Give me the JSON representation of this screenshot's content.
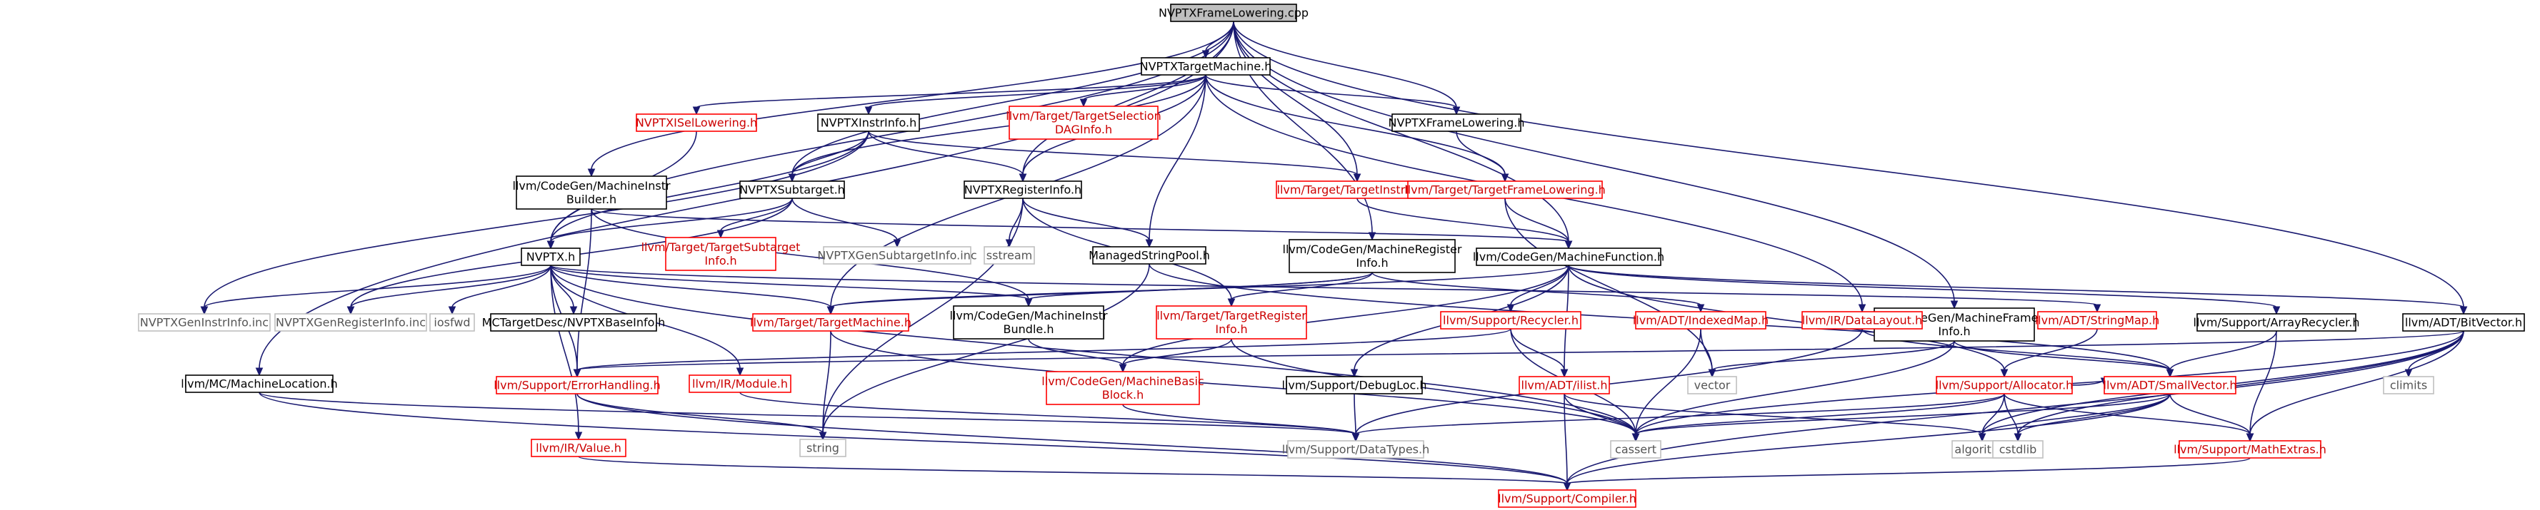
{
  "nodes": [
    {
      "id": "nvptxframeloweringcpp",
      "lines": [
        "NVPTXFrameLowering.cpp"
      ],
      "style": "root"
    },
    {
      "id": "nvptxtargetmachineh",
      "lines": [
        "NVPTXTargetMachine.h"
      ],
      "style": "black"
    },
    {
      "id": "nvptxisellowering",
      "lines": [
        "NVPTXISelLowering.h"
      ],
      "style": "red"
    },
    {
      "id": "nvptxinstrinfo",
      "lines": [
        "NVPTXInstrInfo.h"
      ],
      "style": "black"
    },
    {
      "id": "targetselectiondaginfo",
      "lines": [
        "llvm/Target/TargetSelection",
        "DAGInfo.h"
      ],
      "style": "red"
    },
    {
      "id": "nvptxframeloweringh",
      "lines": [
        "NVPTXFrameLowering.h"
      ],
      "style": "black"
    },
    {
      "id": "machineinstrbuilder",
      "lines": [
        "llvm/CodeGen/MachineInstr",
        "Builder.h"
      ],
      "style": "black"
    },
    {
      "id": "nvptxsubtarget",
      "lines": [
        "NVPTXSubtarget.h"
      ],
      "style": "black"
    },
    {
      "id": "nvptxregisterinfo",
      "lines": [
        "NVPTXRegisterInfo.h"
      ],
      "style": "black"
    },
    {
      "id": "targetinstrinfo",
      "lines": [
        "llvm/Target/TargetInstrInfo.h"
      ],
      "style": "red"
    },
    {
      "id": "targetframelowering",
      "lines": [
        "llvm/Target/TargetFrameLowering.h"
      ],
      "style": "red"
    },
    {
      "id": "nvptxh",
      "lines": [
        "NVPTX.h"
      ],
      "style": "black"
    },
    {
      "id": "targetsubtargetinfo",
      "lines": [
        "llvm/Target/TargetSubtarget",
        "Info.h"
      ],
      "style": "red"
    },
    {
      "id": "nvptxgensubtargetinfo",
      "lines": [
        "NVPTXGenSubtargetInfo.inc"
      ],
      "style": "grey"
    },
    {
      "id": "sstream",
      "lines": [
        "sstream"
      ],
      "style": "grey"
    },
    {
      "id": "managedstringpool",
      "lines": [
        "ManagedStringPool.h"
      ],
      "style": "black"
    },
    {
      "id": "machineregisterinfo",
      "lines": [
        "llvm/CodeGen/MachineRegister",
        "Info.h"
      ],
      "style": "black"
    },
    {
      "id": "machinefunction",
      "lines": [
        "llvm/CodeGen/MachineFunction.h"
      ],
      "style": "black"
    },
    {
      "id": "machineframeinfo",
      "lines": [
        "llvm/CodeGen/MachineFrame",
        "Info.h"
      ],
      "style": "black"
    },
    {
      "id": "bitvector",
      "lines": [
        "llvm/ADT/BitVector.h"
      ],
      "style": "black"
    },
    {
      "id": "nvptxgeninstrinfo",
      "lines": [
        "NVPTXGenInstrInfo.inc"
      ],
      "style": "grey"
    },
    {
      "id": "nvptxgenregisterinfo",
      "lines": [
        "NVPTXGenRegisterInfo.inc"
      ],
      "style": "grey"
    },
    {
      "id": "iosfwd",
      "lines": [
        "iosfwd"
      ],
      "style": "grey"
    },
    {
      "id": "mctargetdesc",
      "lines": [
        "MCTargetDesc/NVPTXBaseInfo.h"
      ],
      "style": "black"
    },
    {
      "id": "targetmachine",
      "lines": [
        "llvm/Target/TargetMachine.h"
      ],
      "style": "red"
    },
    {
      "id": "machineinstrbundle",
      "lines": [
        "llvm/CodeGen/MachineInstr",
        "Bundle.h"
      ],
      "style": "black"
    },
    {
      "id": "targetregisterinfo",
      "lines": [
        "llvm/Target/TargetRegister",
        "Info.h"
      ],
      "style": "red"
    },
    {
      "id": "recycler",
      "lines": [
        "llvm/Support/Recycler.h"
      ],
      "style": "red"
    },
    {
      "id": "indexedmap",
      "lines": [
        "llvm/ADT/IndexedMap.h"
      ],
      "style": "red"
    },
    {
      "id": "datalayout",
      "lines": [
        "llvm/IR/DataLayout.h"
      ],
      "style": "red"
    },
    {
      "id": "stringmap",
      "lines": [
        "llvm/ADT/StringMap.h"
      ],
      "style": "red"
    },
    {
      "id": "arrayrecycler",
      "lines": [
        "llvm/Support/ArrayRecycler.h"
      ],
      "style": "black"
    },
    {
      "id": "machinelocation",
      "lines": [
        "llvm/MC/MachineLocation.h"
      ],
      "style": "black"
    },
    {
      "id": "errorhandling",
      "lines": [
        "llvm/Support/ErrorHandling.h"
      ],
      "style": "red"
    },
    {
      "id": "module",
      "lines": [
        "llvm/IR/Module.h"
      ],
      "style": "red"
    },
    {
      "id": "machinebasicblock",
      "lines": [
        "llvm/CodeGen/MachineBasic",
        "Block.h"
      ],
      "style": "red"
    },
    {
      "id": "debugloc",
      "lines": [
        "llvm/Support/DebugLoc.h"
      ],
      "style": "black"
    },
    {
      "id": "ilist",
      "lines": [
        "llvm/ADT/ilist.h"
      ],
      "style": "red"
    },
    {
      "id": "vector",
      "lines": [
        "vector"
      ],
      "style": "grey"
    },
    {
      "id": "allocator",
      "lines": [
        "llvm/Support/Allocator.h"
      ],
      "style": "red"
    },
    {
      "id": "smallvector",
      "lines": [
        "llvm/ADT/SmallVector.h"
      ],
      "style": "red"
    },
    {
      "id": "climits",
      "lines": [
        "climits"
      ],
      "style": "grey"
    },
    {
      "id": "irvalue",
      "lines": [
        "llvm/IR/Value.h"
      ],
      "style": "red"
    },
    {
      "id": "string",
      "lines": [
        "string"
      ],
      "style": "grey"
    },
    {
      "id": "datatypes",
      "lines": [
        "llvm/Support/DataTypes.h"
      ],
      "style": "grey"
    },
    {
      "id": "cassert",
      "lines": [
        "cassert"
      ],
      "style": "grey"
    },
    {
      "id": "algorithm",
      "lines": [
        "algorithm"
      ],
      "style": "grey"
    },
    {
      "id": "cstdlib",
      "lines": [
        "cstdlib"
      ],
      "style": "grey"
    },
    {
      "id": "mathextras",
      "lines": [
        "llvm/Support/MathExtras.h"
      ],
      "style": "red"
    },
    {
      "id": "compiler",
      "lines": [
        "llvm/Support/Compiler.h"
      ],
      "style": "red"
    }
  ],
  "edges": [
    [
      "nvptxframeloweringcpp",
      "nvptxtargetmachineh"
    ],
    [
      "nvptxframeloweringcpp",
      "nvptxframeloweringh"
    ],
    [
      "nvptxframeloweringcpp",
      "nvptxh"
    ],
    [
      "nvptxframeloweringcpp",
      "machineinstrbuilder"
    ],
    [
      "nvptxframeloweringcpp",
      "nvptxsubtarget"
    ],
    [
      "nvptxframeloweringcpp",
      "nvptxregisterinfo"
    ],
    [
      "nvptxframeloweringcpp",
      "targetinstrinfo"
    ],
    [
      "nvptxframeloweringcpp",
      "machinefunction"
    ],
    [
      "nvptxframeloweringcpp",
      "machineregisterinfo"
    ],
    [
      "nvptxframeloweringcpp",
      "machineframeinfo"
    ],
    [
      "nvptxframeloweringcpp",
      "bitvector"
    ],
    [
      "nvptxframeloweringcpp",
      "machinelocation"
    ],
    [
      "nvptxtargetmachineh",
      "nvptxisellowering"
    ],
    [
      "nvptxtargetmachineh",
      "nvptxinstrinfo"
    ],
    [
      "nvptxtargetmachineh",
      "targetselectiondaginfo"
    ],
    [
      "nvptxtargetmachineh",
      "nvptxframeloweringh"
    ],
    [
      "nvptxtargetmachineh",
      "nvptxsubtarget"
    ],
    [
      "nvptxtargetmachineh",
      "nvptxregisterinfo"
    ],
    [
      "nvptxtargetmachineh",
      "managedstringpool"
    ],
    [
      "nvptxtargetmachineh",
      "targetframelowering"
    ],
    [
      "nvptxtargetmachineh",
      "datalayout"
    ],
    [
      "nvptxtargetmachineh",
      "targetmachine"
    ],
    [
      "nvptxisellowering",
      "nvptxh"
    ],
    [
      "nvptxinstrinfo",
      "nvptxh"
    ],
    [
      "nvptxinstrinfo",
      "nvptxregisterinfo"
    ],
    [
      "nvptxinstrinfo",
      "targetinstrinfo"
    ],
    [
      "nvptxinstrinfo",
      "nvptxgeninstrinfo"
    ],
    [
      "nvptxinstrinfo",
      "nvptxsubtarget"
    ],
    [
      "nvptxframeloweringh",
      "targetframelowering"
    ],
    [
      "machineinstrbuilder",
      "machinefunction"
    ],
    [
      "machineinstrbuilder",
      "machineinstrbundle"
    ],
    [
      "machineinstrbuilder",
      "errorhandling"
    ],
    [
      "nvptxsubtarget",
      "nvptxh"
    ],
    [
      "nvptxsubtarget",
      "targetsubtargetinfo"
    ],
    [
      "nvptxsubtarget",
      "nvptxgensubtargetinfo"
    ],
    [
      "nvptxsubtarget",
      "nvptxgenregisterinfo"
    ],
    [
      "nvptxregisterinfo",
      "managedstringpool"
    ],
    [
      "nvptxregisterinfo",
      "sstream"
    ],
    [
      "nvptxregisterinfo",
      "targetregisterinfo"
    ],
    [
      "nvptxregisterinfo",
      "string"
    ],
    [
      "targetinstrinfo",
      "machinefunction"
    ],
    [
      "targetframelowering",
      "machinefunction"
    ],
    [
      "targetframelowering",
      "vector"
    ],
    [
      "nvptxh",
      "nvptxgeninstrinfo"
    ],
    [
      "nvptxh",
      "nvptxgenregisterinfo"
    ],
    [
      "nvptxh",
      "iosfwd"
    ],
    [
      "nvptxh",
      "mctargetdesc"
    ],
    [
      "nvptxh",
      "targetmachine"
    ],
    [
      "nvptxh",
      "machineinstrbundle"
    ],
    [
      "nvptxh",
      "errorhandling"
    ],
    [
      "nvptxh",
      "module"
    ],
    [
      "nvptxh",
      "irvalue"
    ],
    [
      "nvptxh",
      "cassert"
    ],
    [
      "nvptxh",
      "stringmap"
    ],
    [
      "managedstringpool",
      "smallvector"
    ],
    [
      "managedstringpool",
      "string"
    ],
    [
      "machineregisterinfo",
      "targetmachine"
    ],
    [
      "machineregisterinfo",
      "targetregisterinfo"
    ],
    [
      "machineregisterinfo",
      "indexedmap"
    ],
    [
      "machineregisterinfo",
      "machineinstrbundle"
    ],
    [
      "machinefunction",
      "recycler"
    ],
    [
      "machinefunction",
      "arrayrecycler"
    ],
    [
      "machinefunction",
      "debugloc"
    ],
    [
      "machinefunction",
      "ilist"
    ],
    [
      "machinefunction",
      "machinebasicblock"
    ],
    [
      "machinefunction",
      "targetmachine"
    ],
    [
      "machinefunction",
      "allocator"
    ],
    [
      "machinefunction",
      "bitvector"
    ],
    [
      "machineframeinfo",
      "smallvector"
    ],
    [
      "machineframeinfo",
      "cassert"
    ],
    [
      "machineframeinfo",
      "vector"
    ],
    [
      "bitvector",
      "errorhandling"
    ],
    [
      "bitvector",
      "algorithm"
    ],
    [
      "bitvector",
      "cassert"
    ],
    [
      "bitvector",
      "climits"
    ],
    [
      "bitvector",
      "cstdlib"
    ],
    [
      "bitvector",
      "mathextras"
    ],
    [
      "bitvector",
      "compiler"
    ],
    [
      "targetmachine",
      "string"
    ],
    [
      "targetmachine",
      "cassert"
    ],
    [
      "machineinstrbundle",
      "machinebasicblock"
    ],
    [
      "targetregisterinfo",
      "machinebasicblock"
    ],
    [
      "targetregisterinfo",
      "cassert"
    ],
    [
      "recycler",
      "ilist"
    ],
    [
      "recycler",
      "cassert"
    ],
    [
      "recycler",
      "errorhandling"
    ],
    [
      "indexedmap",
      "vector"
    ],
    [
      "indexedmap",
      "cassert"
    ],
    [
      "datalayout",
      "smallvector"
    ],
    [
      "datalayout",
      "datatypes"
    ],
    [
      "stringmap",
      "allocator"
    ],
    [
      "arrayrecycler",
      "smallvector"
    ],
    [
      "arrayrecycler",
      "mathextras"
    ],
    [
      "machinelocation",
      "datatypes"
    ],
    [
      "machinelocation",
      "compiler"
    ],
    [
      "errorhandling",
      "string"
    ],
    [
      "errorhandling",
      "compiler"
    ],
    [
      "module",
      "datatypes"
    ],
    [
      "machinebasicblock",
      "datatypes"
    ],
    [
      "debugloc",
      "datatypes"
    ],
    [
      "ilist",
      "algorithm"
    ],
    [
      "ilist",
      "cassert"
    ],
    [
      "ilist",
      "compiler"
    ],
    [
      "allocator",
      "smallvector"
    ],
    [
      "allocator",
      "mathextras"
    ],
    [
      "allocator",
      "datatypes"
    ],
    [
      "allocator",
      "algorithm"
    ],
    [
      "allocator",
      "cassert"
    ],
    [
      "allocator",
      "cstdlib"
    ],
    [
      "smallvector",
      "algorithm"
    ],
    [
      "smallvector",
      "cassert"
    ],
    [
      "smallvector",
      "cstdlib"
    ],
    [
      "smallvector",
      "mathextras"
    ],
    [
      "smallvector",
      "compiler"
    ],
    [
      "irvalue",
      "compiler"
    ],
    [
      "mathextras",
      "compiler"
    ]
  ]
}
